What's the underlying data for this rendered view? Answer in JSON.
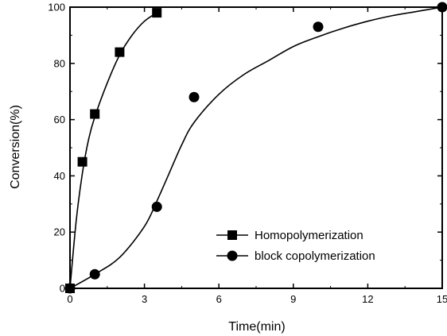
{
  "chart_data": {
    "type": "scatter",
    "xlabel": "Time(min)",
    "ylabel": "Conversion(%)",
    "xlim": [
      0,
      15
    ],
    "ylim": [
      0,
      100
    ],
    "xticks": [
      0,
      3,
      6,
      9,
      12,
      15
    ],
    "yticks": [
      0,
      20,
      40,
      60,
      80,
      100
    ],
    "grid": false,
    "legend_position": "bottom-right",
    "series": [
      {
        "name": "Homopolymerization",
        "marker": "square",
        "x": [
          0,
          0.5,
          1,
          2,
          3.5
        ],
        "y": [
          0,
          45,
          62,
          84,
          98
        ],
        "fit_x": [
          0,
          0.25,
          0.5,
          0.75,
          1,
          1.5,
          2,
          2.5,
          3,
          3.5
        ],
        "fit_y": [
          0,
          24,
          41,
          53,
          61,
          73,
          83,
          90,
          95,
          98
        ]
      },
      {
        "name": "block copolymerization",
        "marker": "circle",
        "x": [
          0,
          1,
          3.5,
          5,
          10,
          15
        ],
        "y": [
          0,
          5,
          29,
          68,
          93,
          100
        ],
        "fit_x": [
          0,
          1,
          2,
          3,
          3.5,
          4,
          4.5,
          5,
          6,
          7,
          8,
          9,
          10,
          11,
          12,
          13,
          14,
          15
        ],
        "fit_y": [
          0,
          5,
          11,
          22,
          31,
          41,
          51,
          59,
          69,
          76,
          81,
          86,
          89.5,
          92.5,
          95,
          97,
          98.5,
          100
        ]
      }
    ]
  }
}
